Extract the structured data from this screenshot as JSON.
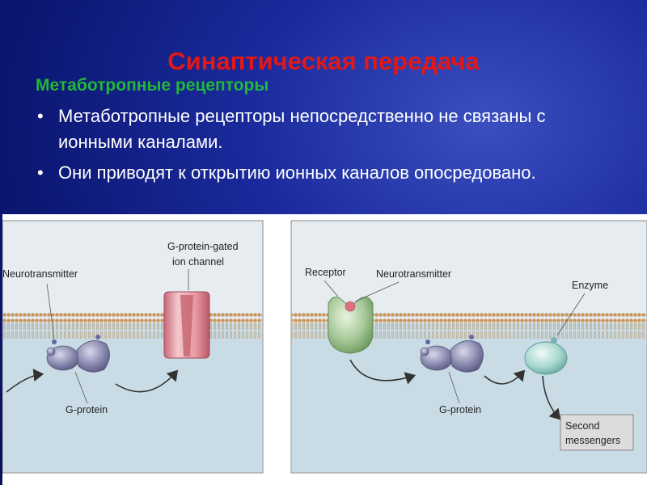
{
  "slide": {
    "title": "Синаптическая передача",
    "subtitle": "Метаботропные рецепторы",
    "bullets": [
      {
        "text": "Метаботропные рецепторы непосредственно не связаны с ионными каналами."
      },
      {
        "text": "Они приводят к открытию ионных каналов опосредовано."
      }
    ],
    "bullet_glyph": "•"
  },
  "panel_left": {
    "neurotransmitter_label": "Neurotransmitter",
    "channel_label_line1": "G-protein-gated",
    "channel_label_line2": "ion channel",
    "gprotein_label": "G-protein"
  },
  "panel_right": {
    "receptor_label": "Receptor",
    "neurotransmitter_label": "Neurotransmitter",
    "enzyme_label": "Enzyme",
    "gprotein_label": "G-protein",
    "second_messengers_line1": "Second",
    "second_messengers_line2": "messengers"
  },
  "colors": {
    "title": "#e01818",
    "subtitle": "#22b83a",
    "text": "#ffffff",
    "membrane": "#c8a070",
    "extracellular": "#e6ecf0",
    "cytoplasm": "#c9dce6",
    "channel": "#e8a0a8",
    "receptor": "#a8c898",
    "gprotein": "#7a7aa0",
    "enzyme": "#a8d8d0"
  }
}
